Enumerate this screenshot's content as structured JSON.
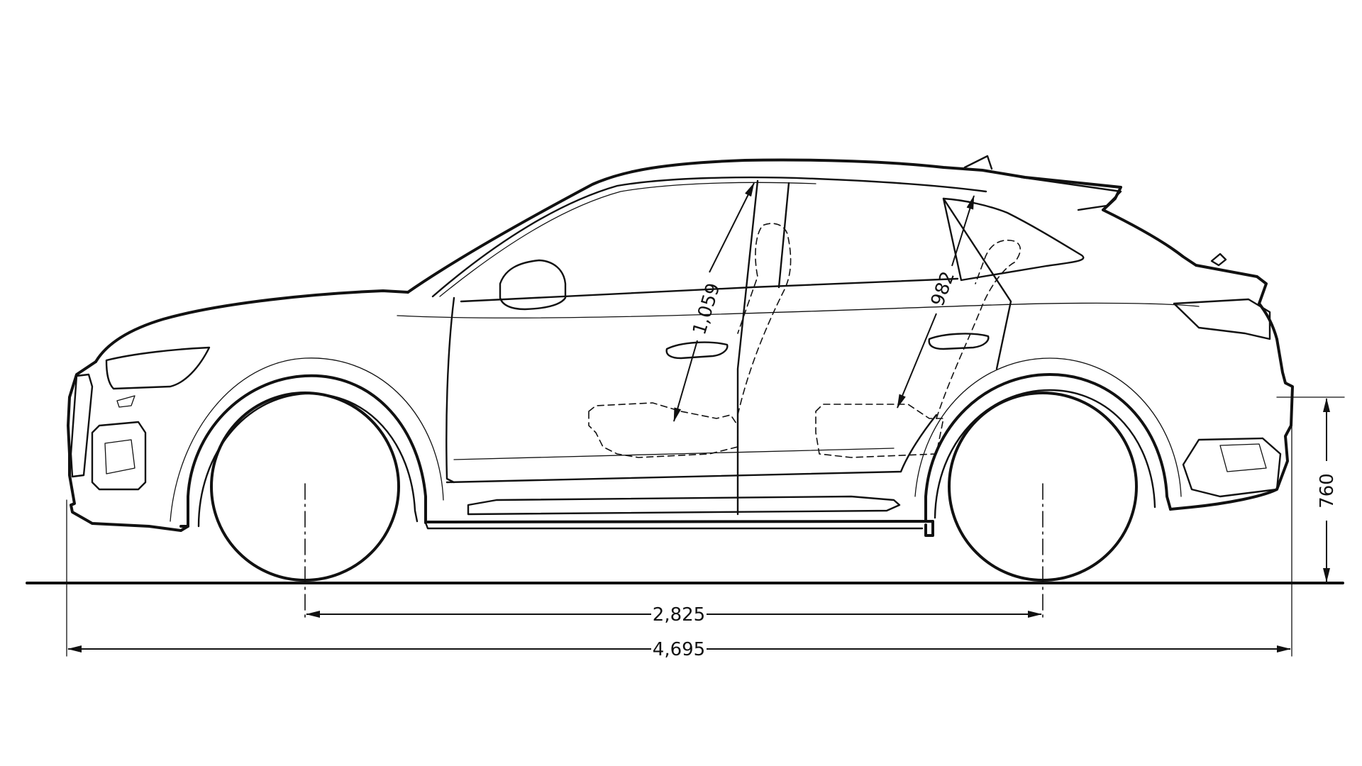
{
  "dimensions": {
    "overall_length": "4,695",
    "wheelbase": "2,825",
    "rear_overhang_height": "760",
    "front_headroom": "1,059",
    "rear_headroom": "982"
  },
  "colors": {
    "line": "#111111",
    "background": "#ffffff"
  }
}
